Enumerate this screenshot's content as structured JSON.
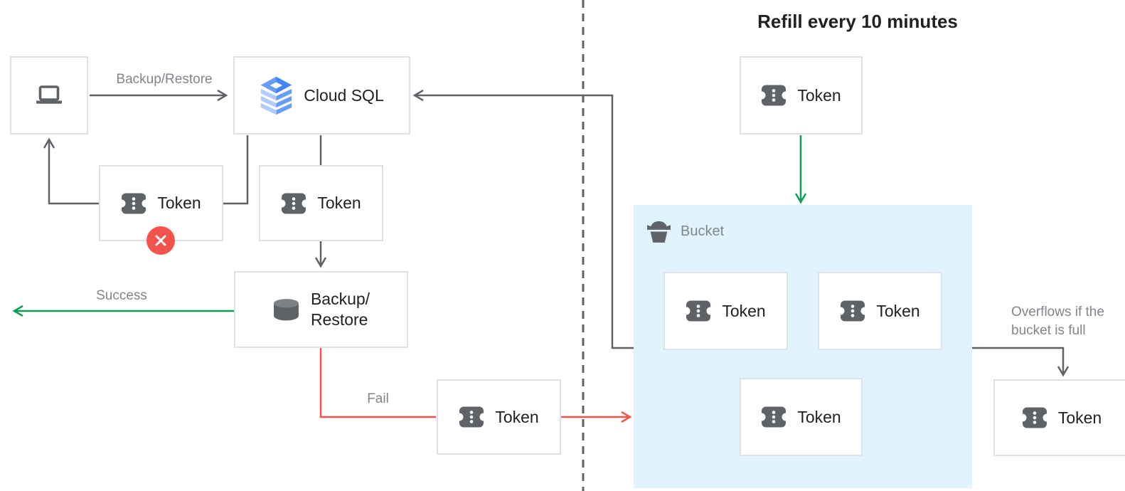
{
  "title": "Refill every 10 minutes",
  "nodes": {
    "client": {
      "icon": "laptop-icon"
    },
    "cloud_sql": {
      "label": "Cloud SQL",
      "icon": "cloud-sql-icon"
    },
    "token_blocked": {
      "label": "Token",
      "badge": "error-x"
    },
    "token_queue": {
      "label": "Token"
    },
    "backup_restore": {
      "line1": "Backup/",
      "line2": "Restore",
      "icon": "database-icon"
    },
    "token_fail": {
      "label": "Token"
    },
    "token_refill": {
      "label": "Token"
    },
    "bucket": {
      "label": "Bucket",
      "icon": "bucket-icon",
      "token1": "Token",
      "token2": "Token",
      "token3": "Token"
    },
    "token_overflow": {
      "label": "Token"
    }
  },
  "edge_labels": {
    "backup_restore": "Backup/Restore",
    "success": "Success",
    "fail": "Fail",
    "overflow": "Overflows if the bucket is full"
  },
  "colors": {
    "line_gray": "#5f6368",
    "label_gray": "#80868b",
    "text_dark": "#202124",
    "box_border": "#dee1e5",
    "bucket_background": "#e1f3fc",
    "success_green": "#0f9d58",
    "fail_red": "#f4534b",
    "icon_gray": "#5f6368",
    "cloud_sql_blue_dark": "#4285f4",
    "cloud_sql_blue_mid": "#669df6",
    "cloud_sql_blue_light": "#aecbfa"
  }
}
